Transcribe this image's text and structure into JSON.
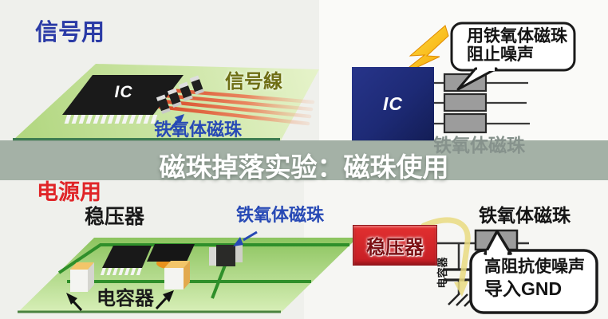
{
  "banner": {
    "title": "磁珠掉落实验：磁珠使用"
  },
  "signal_board": {
    "heading": "信号用",
    "ic_label": "IC",
    "signal_line_label": "信号線",
    "bead_label": "铁氧体磁珠"
  },
  "signal_schematic": {
    "ic_label": "IC",
    "callout": {
      "line1": "用铁氧体磁珠",
      "line2": "阻止噪声"
    },
    "bead_label": "铁氧体磁珠"
  },
  "power_board": {
    "heading": "电源用",
    "regulator_label": "稳压器",
    "bead_label": "铁氧体磁珠",
    "capacitor_label": "电容器"
  },
  "power_schematic": {
    "regulator_label": "稳压器",
    "vertical_capacitor_label": "电容器",
    "bead_label": "铁氧体磁珠",
    "callout": {
      "line1": "高阻抗使噪声",
      "line2": "导入GND"
    }
  },
  "icons": {
    "noise_bolt": "lightning-icon",
    "pointer_arrows": "arrow-icon",
    "ground": "ground-icon",
    "capacitor_symbol": "capacitor-icon"
  },
  "colors": {
    "heading_blue": "#2b3ba6",
    "heading_red": "#e02528",
    "label_blue": "#2749b5",
    "signal_line_olive": "#6e6e14",
    "board_green": "#b4d884",
    "trace_green": "#2f8f2a",
    "ic_navy": "#1d2a75",
    "regulator_red": "#d32028",
    "regulator_text_maroon": "#7c1115",
    "bead_gray": "#9c9c9c",
    "banner_overlay": "#95a599",
    "banner_text": "#ffffff",
    "signal_trace_orange": "#d84a28",
    "noise_yellow": "#ffd400"
  }
}
